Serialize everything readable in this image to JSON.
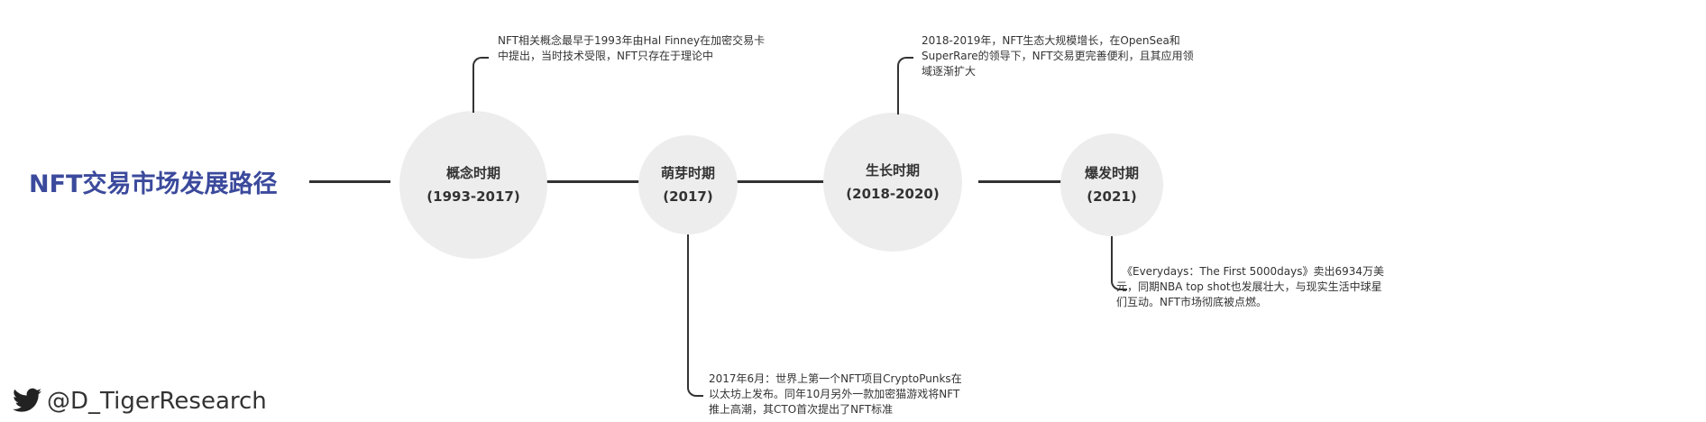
{
  "title": "NFT交易市场发展路径",
  "stages": [
    {
      "name": "概念时期",
      "period": "(1993-2017)",
      "desc": "NFT相关概念最早于1993年由Hal Finney在加密交易卡中提出，当时技术受限，NFT只存在于理论中"
    },
    {
      "name": "萌芽时期",
      "period": "(2017)",
      "desc": "2017年6月：世界上第一个NFT项目CryptoPunks在以太坊上发布。同年10月另外一款加密猫游戏将NFT推上高潮，其CTO首次提出了NFT标准"
    },
    {
      "name": "生长时期",
      "period": "(2018-2020)",
      "desc": "2018-2019年，NFT生态大规模增长，在OpenSea和SuperRare的领导下，NFT交易更完善便利，且其应用领域逐渐扩大"
    },
    {
      "name": "爆发时期",
      "period": "(2021)",
      "desc": "《Everydays：The First 5000days》卖出6934万美元，同期NBA top shot也发展壮大，与现实生活中球星们互动。NFT市场彻底被点燃。"
    }
  ],
  "footer": {
    "handle": "@D_TigerResearch",
    "icon": "twitter-bird-icon"
  },
  "colors": {
    "title": "#3b4a9c",
    "circle": "#ededed",
    "line": "#333333"
  }
}
